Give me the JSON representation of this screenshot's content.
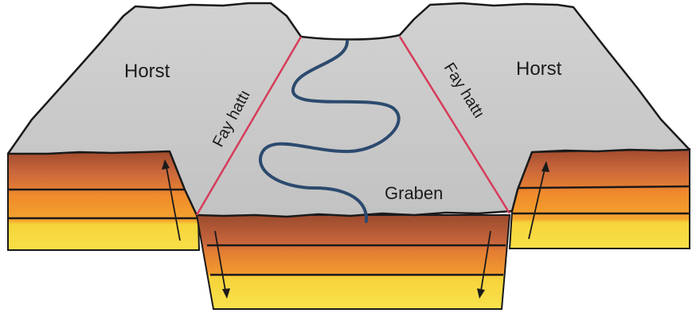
{
  "labels": {
    "horst_left": "Horst",
    "horst_right": "Horst",
    "fault_left": "Fay hattı",
    "fault_right": "Fay hattı",
    "graben": "Graben"
  },
  "colors": {
    "surface": "#c9c9c9",
    "fault_line": "#d63c5a",
    "river": "#2c4a6e",
    "layer_top": "#c2653a",
    "layer_middle": "#f08a2a",
    "layer_bottom": "#f6dc3c",
    "outline": "#1a1a1a"
  }
}
